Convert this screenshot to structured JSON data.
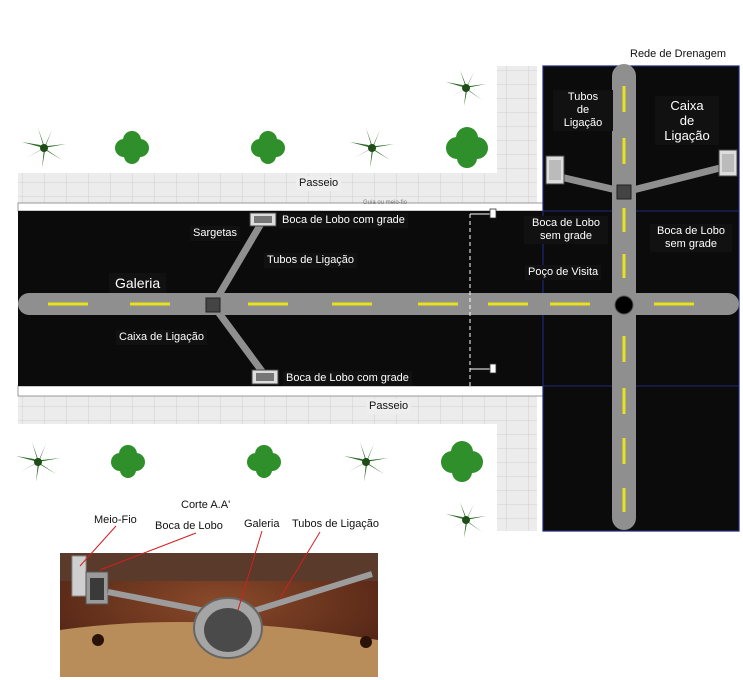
{
  "labels": {
    "rede_drenagem": "Rede de Drenagem",
    "passeio_top": "Passeio",
    "passeio_bottom": "Passeio",
    "guia": "Guia ou meio-fio",
    "galeria": "Galeria",
    "sargetas": "Sargetas",
    "boca_lobo_grade_top": "Boca de Lobo com grade",
    "boca_lobo_grade_bottom": "Boca de Lobo com grade",
    "tubos_ligacao_main": "Tubos de Ligação",
    "caixa_ligacao_main": "Caixa de Ligação",
    "tubos_ligacao_right": "Tubos\nde\nLigação",
    "caixa_ligacao_right": "Caixa\nde\nLigação",
    "boca_lobo_sem_grade_left": "Boca de Lobo\nsem grade",
    "boca_lobo_sem_grade_right": "Boca de Lobo\nsem grade",
    "poco_visita": "Poço de Visita"
  },
  "section": {
    "corte": "Corte A.A'",
    "meio_fio": "Meio-Fio",
    "boca_de_lobo": "Boca de Lobo",
    "galeria": "Galeria",
    "tubos_de_ligacao": "Tubos de Ligação"
  },
  "colors": {
    "road": "#0b0b0b",
    "pipe": "#8f8f8f",
    "lane_marking": "#e8e21a",
    "tree": "#2f8f2a",
    "sidewalk": "#e8e8e8"
  }
}
